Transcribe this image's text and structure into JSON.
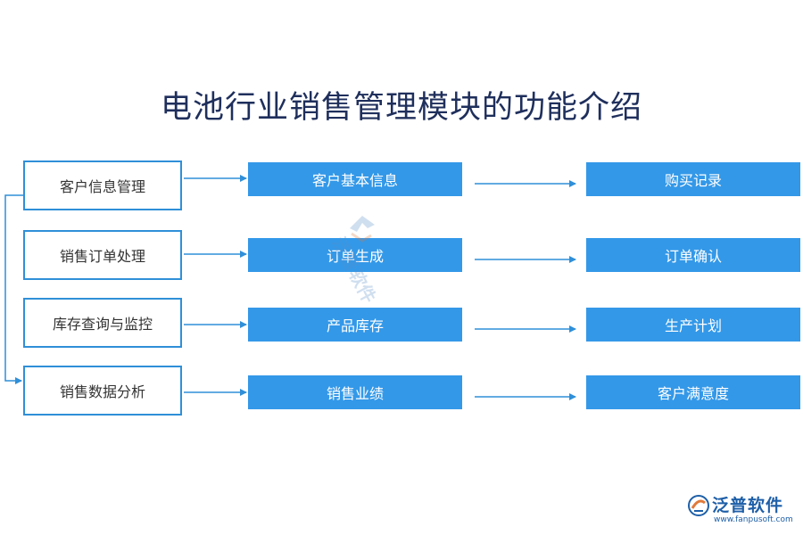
{
  "title": "电池行业销售管理模块的功能介绍",
  "rows": [
    {
      "left": "客户信息管理",
      "mid": "客户基本信息",
      "right": "购买记录"
    },
    {
      "left": "销售订单处理",
      "mid": "订单生成",
      "right": "订单确认"
    },
    {
      "left": "库存查询与监控",
      "mid": "产品库存",
      "right": "生产计划"
    },
    {
      "left": "销售数据分析",
      "mid": "销售业绩",
      "right": "客户满意度"
    }
  ],
  "watermark": "泛普软件",
  "logo": {
    "name": "泛普软件",
    "url": "www.fanpusoft.com"
  },
  "colors": {
    "accent": "#3398e8",
    "border": "#2f8fd8",
    "title": "#1f2f5c",
    "logo": "#1e5fa8"
  }
}
